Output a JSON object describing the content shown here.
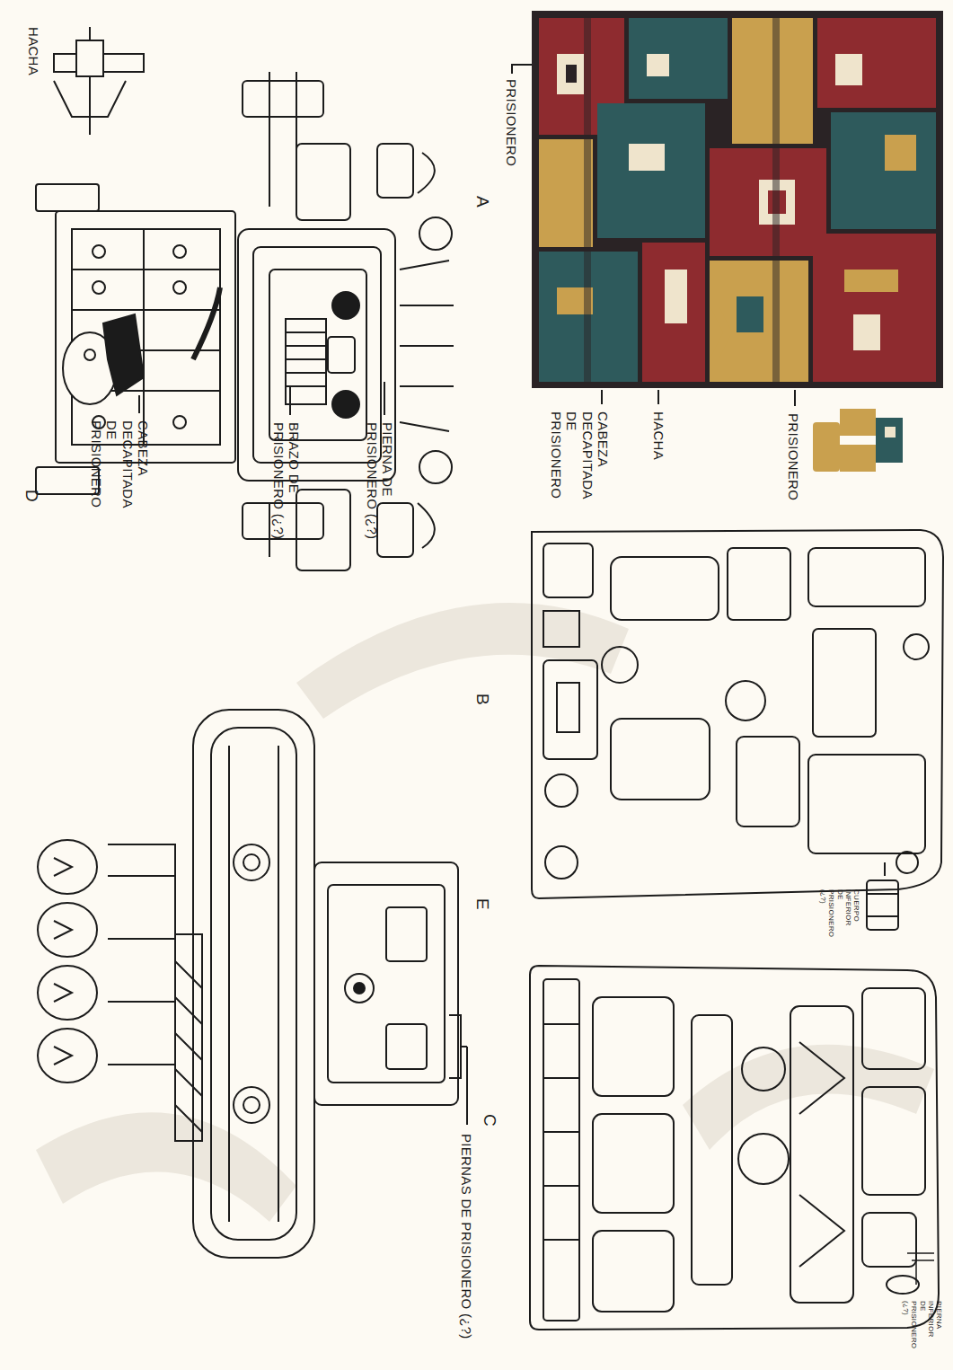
{
  "diagram": {
    "labels": [
      "PRISIONERO",
      "A",
      "HACHA",
      "D",
      "CABEZA DECAPITADA DE PRISIONERO",
      "BRAZO DE PRISIONERO (¿?)",
      "PIERNA DE PRISIONERO (¿?)",
      "PRISIONERO",
      "HACHA",
      "CABEZA DECAPITADA DE PRISIONERO",
      "B",
      "CUERPO INFERIOR DE PRISIONERO (¿?)",
      "C",
      "PIERNA INFERIOR DE PRISIONERO (¿?)",
      "PIERNAS DE PRISIONERO (¿?)",
      "E"
    ]
  }
}
